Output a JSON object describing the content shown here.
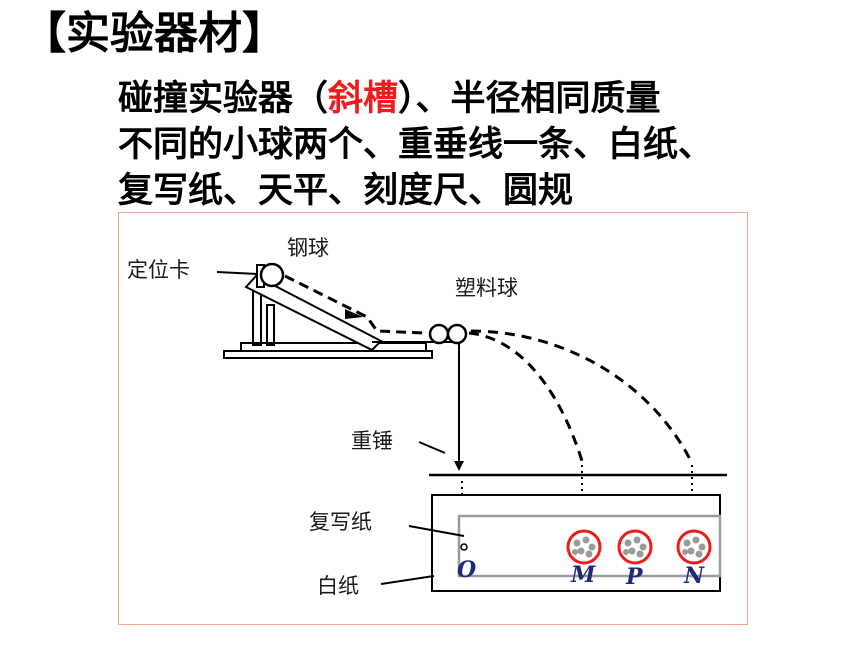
{
  "heading": "【实验器材】",
  "description": {
    "line1_before": "碰撞实验器（",
    "line1_highlight": "斜槽",
    "line1_after": "）、半径相同质量",
    "line2": "不同的小球两个、重垂线一条、白纸、",
    "line3": "复写纸、天平、刻度尺、圆规"
  },
  "diagram": {
    "labels": {
      "positioning_card": "定位卡",
      "steel_ball": "钢球",
      "plastic_ball": "塑料球",
      "plumb_bob": "重锤",
      "carbon_paper": "复写纸",
      "white_paper": "白纸"
    },
    "points": {
      "o": "O",
      "m": "M",
      "p": "P",
      "n": "N"
    },
    "colors": {
      "highlight": "#ee1c1c",
      "point_letters": "#1e2a78",
      "frame_border": "#f3a78f"
    }
  }
}
